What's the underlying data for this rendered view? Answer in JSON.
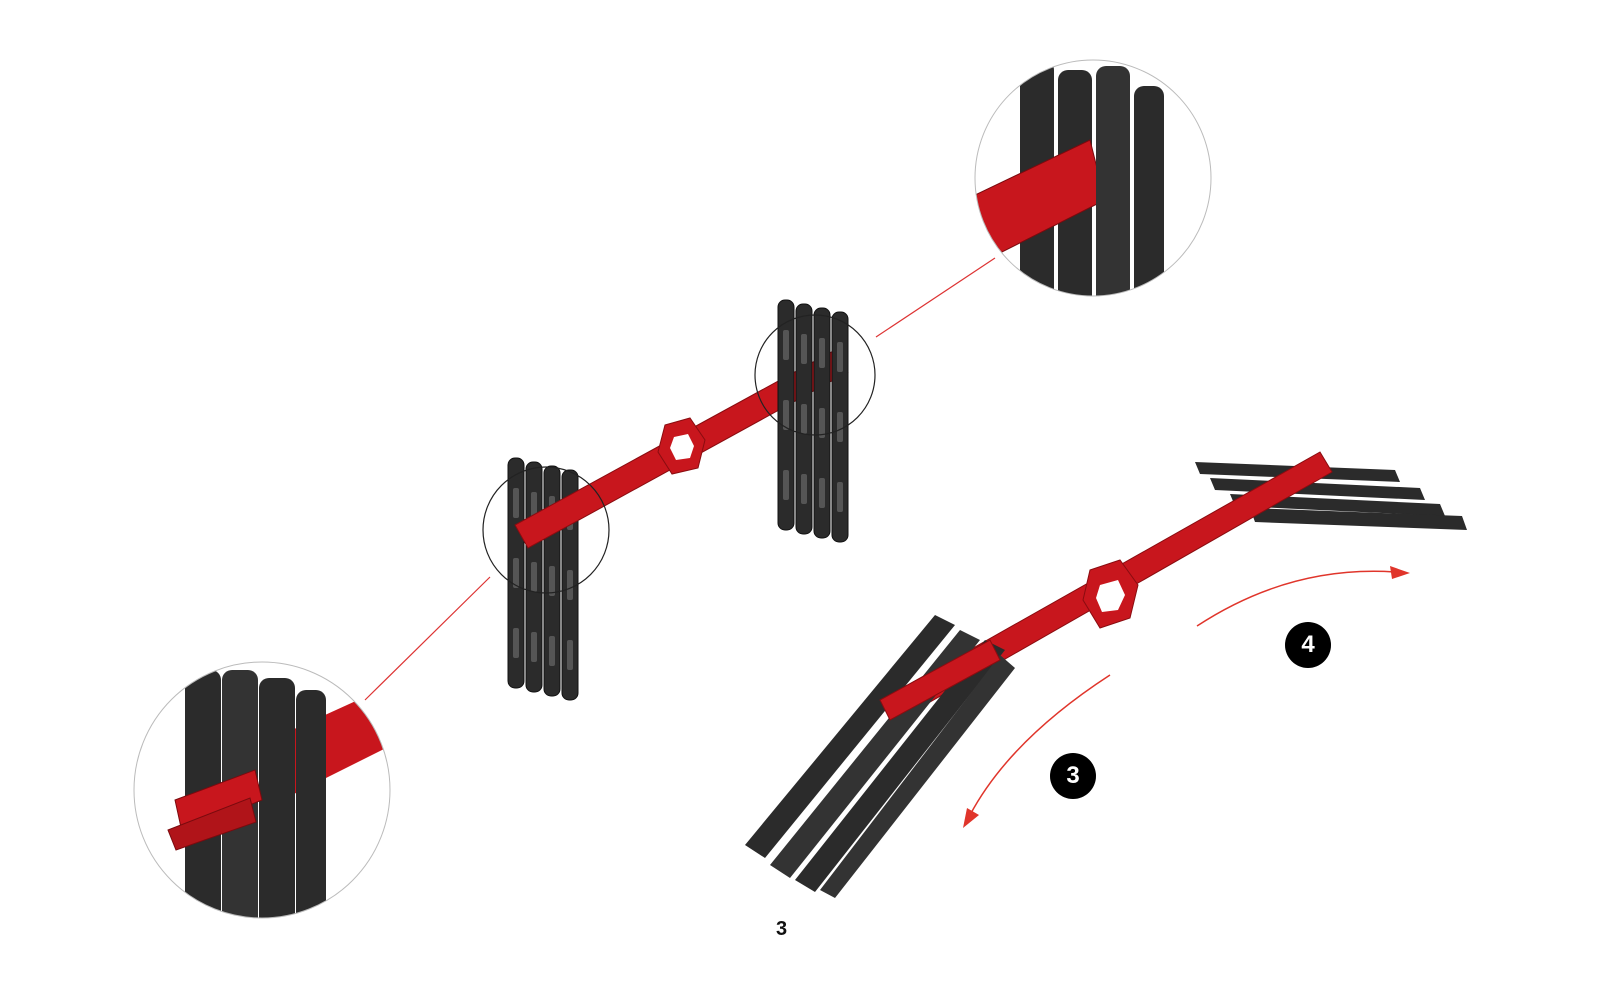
{
  "steps": [
    {
      "number": "4",
      "direction": "clockwise"
    },
    {
      "number": "3",
      "direction": "counter-clockwise"
    }
  ],
  "page_number": "3",
  "colors": {
    "part_red": "#c8161d",
    "part_dark": "#2b2b2b",
    "arrow": "#e0352b",
    "badge": "#000000"
  }
}
